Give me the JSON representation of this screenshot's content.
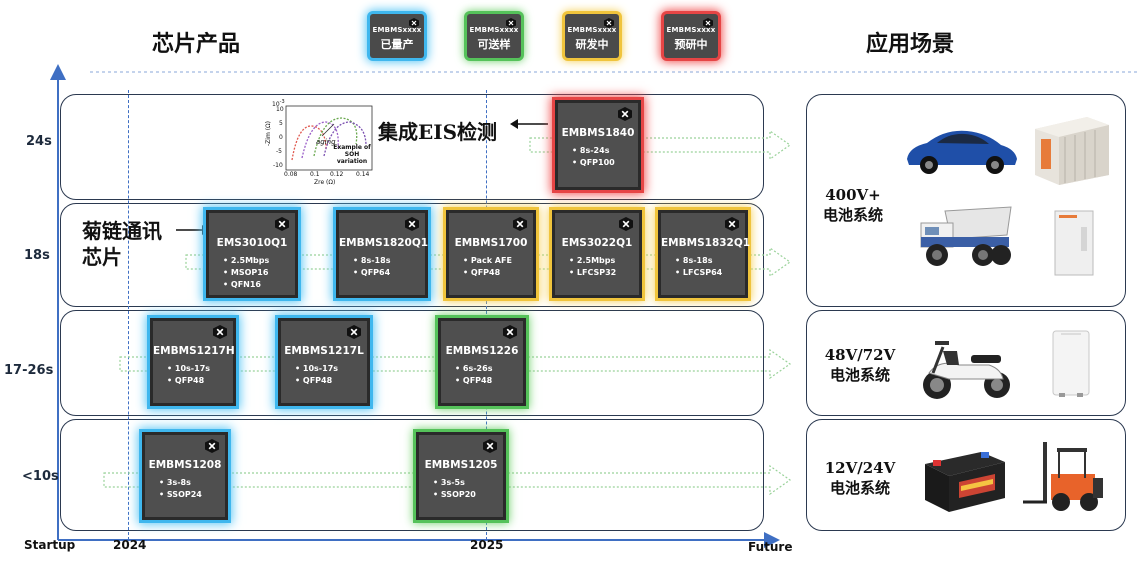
{
  "header": {
    "left_title": "芯片产品",
    "right_title": "应用场景"
  },
  "legend": [
    {
      "code": "EMBMSxxxx",
      "status": "已量产",
      "color": "#3fb7ee"
    },
    {
      "code": "EMBMSxxxx",
      "status": "可送样",
      "color": "#55c25a"
    },
    {
      "code": "EMBMSxxxx",
      "status": "研发中",
      "color": "#f0c43c"
    },
    {
      "code": "EMBMSxxxx",
      "status": "预研中",
      "color": "#e64545"
    }
  ],
  "rows": [
    {
      "label": "24s"
    },
    {
      "label": "18s"
    },
    {
      "label": "17-26s"
    },
    {
      "label": "<10s"
    }
  ],
  "axis": {
    "start": "Startup",
    "year1": "2024",
    "year2": "2025",
    "end": "Future"
  },
  "annotations": {
    "eis": "集成EIS检测",
    "daisy_line1": "菊链通讯",
    "daisy_line2": "芯片"
  },
  "eis_plot": {
    "y_exp": "10",
    "y_exp_sup": "-3",
    "y_label": "-Zim (Ω)",
    "y_ticks": [
      "10",
      "5",
      "0",
      "-5",
      "-10"
    ],
    "x_ticks": [
      "0.08",
      "0.1",
      "0.12",
      "0.14"
    ],
    "x_label": "Zre (Ω)",
    "aging": "aging",
    "caption1": "Example of",
    "caption2": "SOH variation"
  },
  "chips": [
    {
      "name": "EMBMS1840",
      "specs": [
        "8s-24s",
        "QFP100"
      ],
      "status": "预研中"
    },
    {
      "name": "EMS3010Q1",
      "specs": [
        "2.5Mbps",
        "MSOP16",
        "QFN16"
      ],
      "status": "已量产"
    },
    {
      "name": "EMBMS1820Q1",
      "specs": [
        "8s-18s",
        "QFP64"
      ],
      "status": "已量产"
    },
    {
      "name": "EMBMS1700",
      "specs": [
        "Pack AFE",
        "QFP48"
      ],
      "status": "研发中"
    },
    {
      "name": "EMS3022Q1",
      "specs": [
        "2.5Mbps",
        "LFCSP32"
      ],
      "status": "研发中"
    },
    {
      "name": "EMBMS1832Q1",
      "specs": [
        "8s-18s",
        "LFCSP64"
      ],
      "status": "研发中"
    },
    {
      "name": "EMBMS1217H",
      "specs": [
        "10s-17s",
        "QFP48"
      ],
      "status": "已量产"
    },
    {
      "name": "EMBMS1217L",
      "specs": [
        "10s-17s",
        "QFP48"
      ],
      "status": "已量产"
    },
    {
      "name": "EMBMS1226",
      "specs": [
        "6s-26s",
        "QFP48"
      ],
      "status": "可送样"
    },
    {
      "name": "EMBMS1208",
      "specs": [
        "3s-8s",
        "SSOP24"
      ],
      "status": "已量产"
    },
    {
      "name": "EMBMS1205",
      "specs": [
        "3s-5s",
        "SSOP20"
      ],
      "status": "可送样"
    }
  ],
  "applications": [
    {
      "line1": "400V+",
      "line2": "电池系统",
      "images": [
        "electric-car",
        "energy-storage-container",
        "mining-truck",
        "storage-cabinet"
      ]
    },
    {
      "line1": "48V/72V",
      "line2": "电池系统",
      "images": [
        "electric-scooter",
        "home-battery"
      ]
    },
    {
      "line1": "12V/24V",
      "line2": "电池系统",
      "images": [
        "car-battery",
        "forklift"
      ]
    }
  ]
}
